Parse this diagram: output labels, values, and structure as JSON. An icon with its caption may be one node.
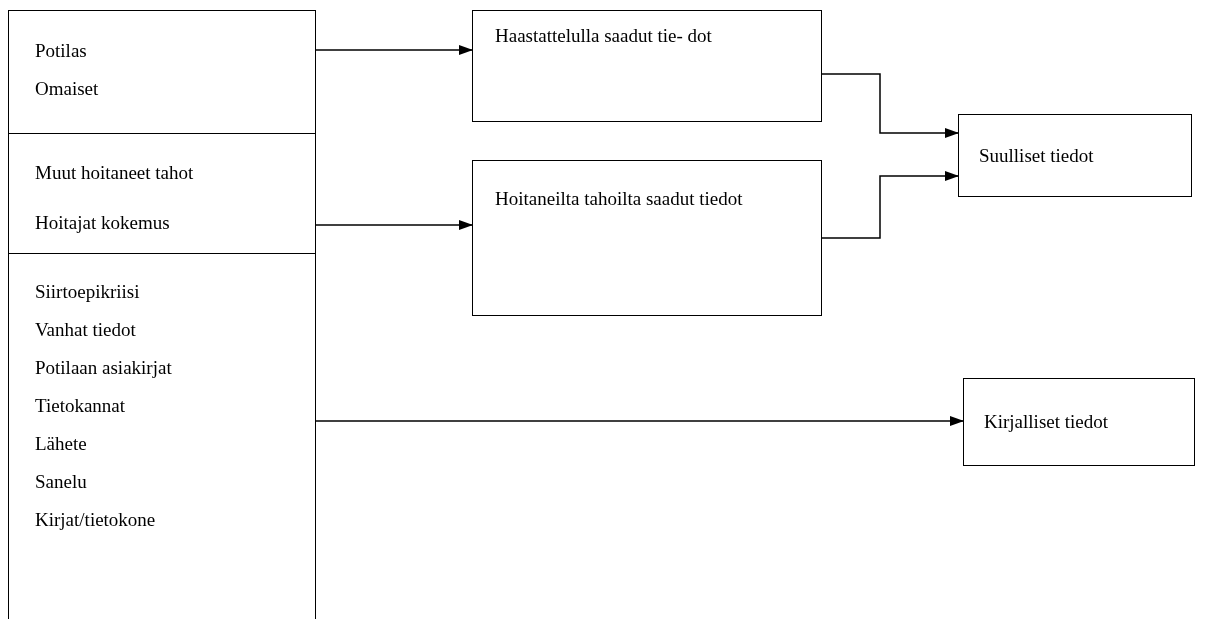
{
  "diagram": {
    "nodes": [
      {
        "text": [
          "Potilas",
          "Omaiset"
        ]
      },
      {
        "text": [
          "Muut hoitaneet tahot",
          "Hoitajat kokemus"
        ]
      },
      {
        "text": [
          "Siirtoepikriisi",
          "Vanhat tiedot",
          "Potilaan asiakirjat",
          "Tietokannat",
          "Lähete",
          "Sanelu",
          "Kirjat/tietokone"
        ]
      },
      {
        "text": [
          "Haastattelulla saadut tie- dot"
        ]
      },
      {
        "text": [
          "Hoitaneilta tahoilta saadut tiedot"
        ]
      },
      {
        "text": [
          "Suulliset tiedot"
        ]
      },
      {
        "text": [
          "Kirjalliset tiedot"
        ]
      }
    ],
    "edges": [
      {
        "from": 0,
        "to": 3,
        "arrow": "to"
      },
      {
        "from": 1,
        "to": 4,
        "arrow": "to"
      },
      {
        "from": 2,
        "to": 6,
        "arrow": "to"
      },
      {
        "from": 3,
        "to": 5,
        "arrow": "to"
      },
      {
        "from": 4,
        "to": 5,
        "arrow": "to"
      }
    ]
  }
}
